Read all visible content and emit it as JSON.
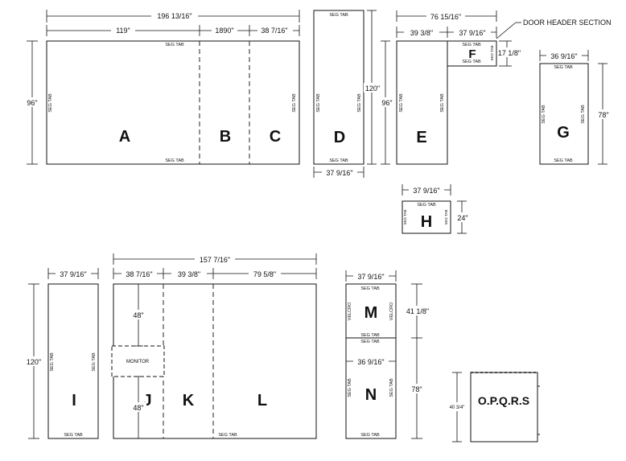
{
  "panels": {
    "A": "A",
    "B": "B",
    "C": "C",
    "D": "D",
    "E": "E",
    "F": "F",
    "G": "G",
    "H": "H",
    "I": "I",
    "J": "J",
    "K": "K",
    "L": "L",
    "M": "M",
    "N": "N",
    "OPQRS": "O.P.Q.R.S"
  },
  "seg_tab": "SEG TAB",
  "velcro": "VELCRO",
  "monitor": "MONITOR",
  "annotation": "DOOR HEADER SECTION",
  "dims": {
    "abc_total": "196 13/16\"",
    "a_width": "119\"",
    "b_width": "1890\"",
    "c_width": "38 7/16\"",
    "abc_height": "96\"",
    "d_height": "120\"",
    "d_width": "37 9/16\"",
    "ef_total": "76 15/16\"",
    "e_width": "39 3/8\"",
    "f_width": "37 9/16\"",
    "f_height": "17 1/8\"",
    "e_height": "96\"",
    "g_width": "36 9/16\"",
    "g_height": "78\"",
    "h_width": "37 9/16\"",
    "h_height": "24\"",
    "i_width": "37 9/16\"",
    "i_height": "120\"",
    "jkl_total": "157 7/16\"",
    "j_width": "38 7/16\"",
    "k_width": "39 3/8\"",
    "l_width": "79 5/8\"",
    "j_top": "48\"",
    "j_bottom": "48\"",
    "m_width": "37 9/16\"",
    "m_height": "41 1/8\"",
    "n_width": "36 9/16\"",
    "n_height": "78\"",
    "opqrs_height": "40 3/4\""
  }
}
